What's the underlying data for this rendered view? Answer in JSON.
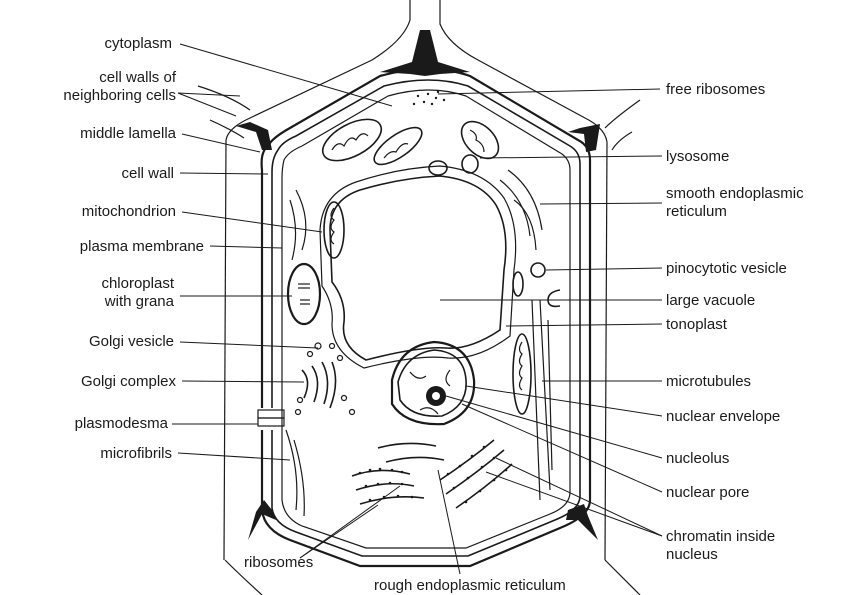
{
  "labels": {
    "cytoplasm": "cytoplasm",
    "cell_walls_line1": "cell walls of",
    "cell_walls_line2": "neighboring cells",
    "middle_lamella": "middle lamella",
    "cell_wall": "cell wall",
    "mitochondrion": "mitochondrion",
    "plasma_membrane": "plasma membrane",
    "chloroplast_line1": "chloroplast",
    "chloroplast_line2": "with grana",
    "golgi_vesicle": "Golgi vesicle",
    "golgi_complex": "Golgi complex",
    "plasmodesma": "plasmodesma",
    "microfibrils": "microfibrils",
    "free_ribosomes": "free ribosomes",
    "lysosome": "lysosome",
    "smooth_er_line1": "smooth endoplasmic",
    "smooth_er_line2": "reticulum",
    "pinocytotic_vesicle": "pinocytotic vesicle",
    "large_vacuole": "large vacuole",
    "tonoplast": "tonoplast",
    "microtubules": "microtubules",
    "nuclear_envelope": "nuclear envelope",
    "nucleolus": "nucleolus",
    "nuclear_pore": "nuclear pore",
    "chromatin_line1": "chromatin inside",
    "chromatin_line2": "nucleus",
    "ribosomes": "ribosomes",
    "rough_er": "rough endoplasmic reticulum"
  },
  "colors": {
    "ink": "#1a1a1a",
    "background": "#ffffff"
  }
}
